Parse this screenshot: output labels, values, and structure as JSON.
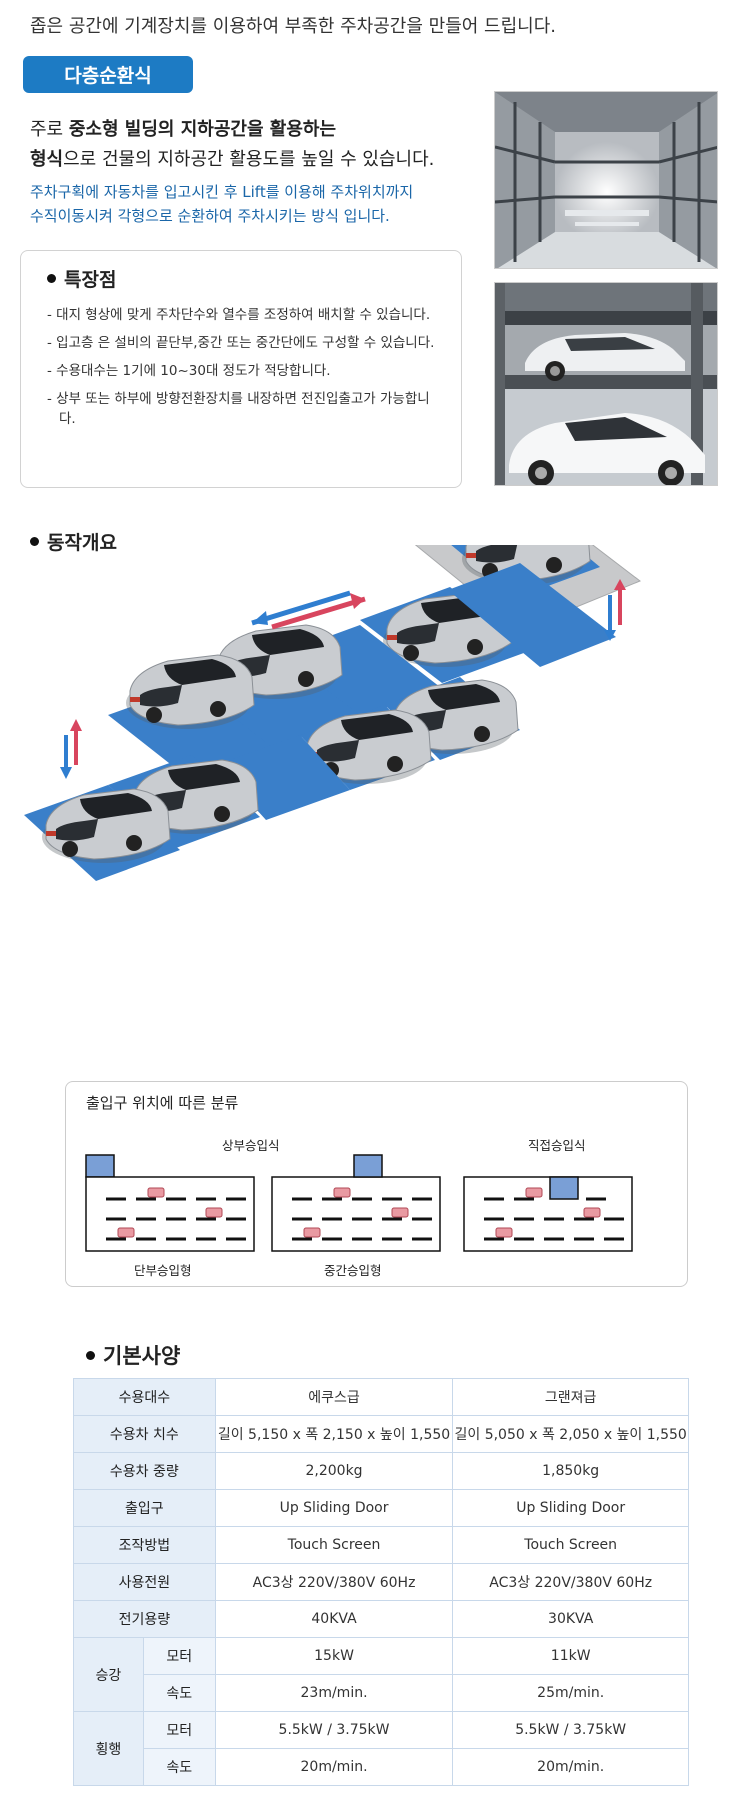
{
  "intro": "좁은 공간에 기계장치를 이용하여 부족한 주차공간을 만들어 드립니다.",
  "tag": "다층순환식",
  "lead": {
    "line1_plain": "주로 ",
    "line1_bold": "중소형 빌딩의 지하공간을 활용하는",
    "line2_bold": "형식",
    "line2_plain": "으로  건물의 지하공간 활용도를 높일 수 있습니다."
  },
  "lead_blue": {
    "line1": "주차구획에 자동차를 입고시킨 후 Lift를 이용해 주차위치까지",
    "line2": "수직이동시켜 각형으로 순환하여 주차시키는 방식 입니다."
  },
  "features": {
    "title": "특장점",
    "items": [
      "- 대지 형상에 맞게 주차단수와 열수를 조정하여 배치할 수 있습니다.",
      "- 입고층 은 설비의 끝단부,중간 또는 중간단에도 구성할 수 있습니다.",
      "- 수용대수는 1기에 10~30대 정도가 적당합니다.",
      "- 상부 또는 하부에 방향전환장치를 내장하면 전진입출고가 가능합니다."
    ]
  },
  "operation_title": "동작개요",
  "classification": {
    "title": "출입구 위치에 따른 분류",
    "top_label_1": "상부승입식",
    "top_label_2": "직접승입식",
    "bottom_label_1": "단부승입형",
    "bottom_label_2": "중간승입형"
  },
  "spec_title": "기본사양",
  "spec": {
    "header": [
      "수용대수",
      "에쿠스급",
      "그랜져급"
    ],
    "rows": [
      {
        "label": "수용차 치수",
        "a": "길이 5,150 x 폭 2,150 x 높이 1,550",
        "b": "길이 5,050 x 폭 2,050 x 높이 1,550"
      },
      {
        "label": "수용차 중량",
        "a": "2,200kg",
        "b": "1,850kg"
      },
      {
        "label": "출입구",
        "a": "Up Sliding Door",
        "b": "Up Sliding Door"
      },
      {
        "label": "조작방법",
        "a": "Touch Screen",
        "b": "Touch Screen"
      },
      {
        "label": "사용전원",
        "a": "AC3상 220V/380V 60Hz",
        "b": "AC3상 220V/380V 60Hz"
      },
      {
        "label": "전기용량",
        "a": "40KVA",
        "b": "30KVA"
      }
    ],
    "lift_group": "승강",
    "traverse_group": "횡행",
    "lift_rows": [
      {
        "label": "모터",
        "a": "15kW",
        "b": "11kW"
      },
      {
        "label": "속도",
        "a": "23m/min.",
        "b": "25m/min."
      }
    ],
    "traverse_rows": [
      {
        "label": "모터",
        "a": "5.5kW / 3.75kW",
        "b": "5.5kW / 3.75kW"
      },
      {
        "label": "속도",
        "a": "20m/min.",
        "b": "20m/min."
      }
    ]
  },
  "colors": {
    "accent": "#1d7bc4",
    "pallet": "#3a7fc9",
    "arrow_red": "#d8455e",
    "arrow_blue": "#2f7ed0"
  }
}
